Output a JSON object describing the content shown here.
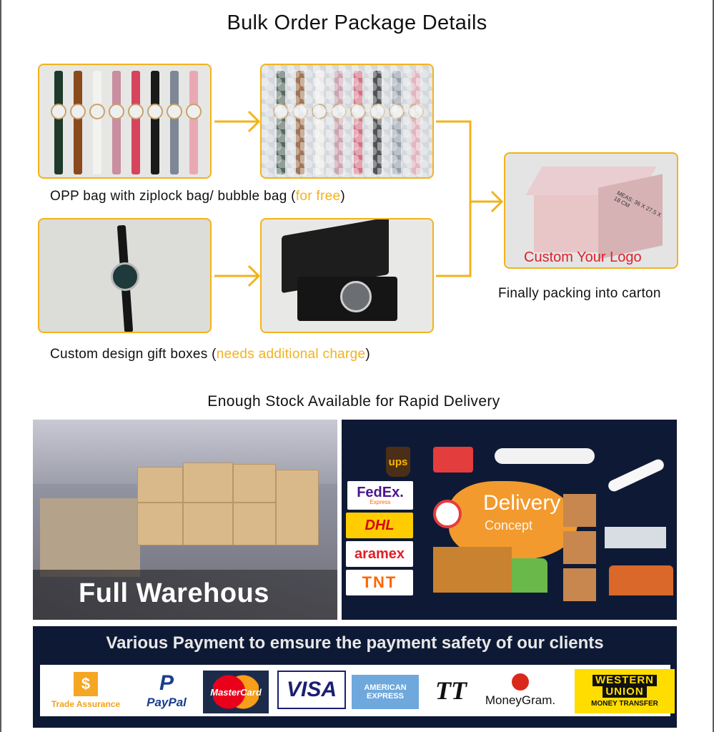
{
  "page": {
    "title": "Bulk Order Package Details",
    "subtitle": "Enough Stock Available for Rapid Delivery"
  },
  "captions": {
    "opp_main": "OPP bag with ziplock bag/ bubble bag (",
    "opp_highlight": "for free",
    "opp_end": ")",
    "gift_main": "Custom design gift boxes (",
    "gift_highlight": "needs additional charge",
    "gift_end": ")",
    "carton": "Finally packing into carton"
  },
  "carton_overlay": "Custom Your Logo",
  "carton_print": "MEAS: 36 X 27.5 X 18 CM",
  "warehouse_banner": "Full Warehous",
  "delivery": {
    "title": "Delivery",
    "subtitle": "Concept",
    "carriers": [
      "ups",
      "FedEx.",
      "Express",
      "DHL",
      "aramex",
      "TNT"
    ]
  },
  "payment": {
    "banner": "Various Payment to emsure the payment safety of our clients",
    "methods": {
      "trade_assurance": "Trade Assurance",
      "trade_symbol": "$",
      "paypal": "PayPal",
      "paypal_mark": "P",
      "mastercard": "MasterCard",
      "visa": "VISA",
      "amex_1": "AMERICAN",
      "amex_2": "EXPRESS",
      "tt": "TT",
      "moneygram": "MoneyGram.",
      "wu_1": "WESTERN",
      "wu_2": "UNION",
      "wu_3": "MONEY TRANSFER"
    }
  },
  "colors": {
    "accent": "#f2b31c",
    "logo_red": "#e0202a",
    "navy": "#0e1a35"
  },
  "watch_straps": [
    "#1f3a2a",
    "#8a4a1c",
    "#f2f2ee",
    "#c98ea0",
    "#d6445e",
    "#1a1a1a",
    "#7d8796",
    "#e9a9b4"
  ]
}
